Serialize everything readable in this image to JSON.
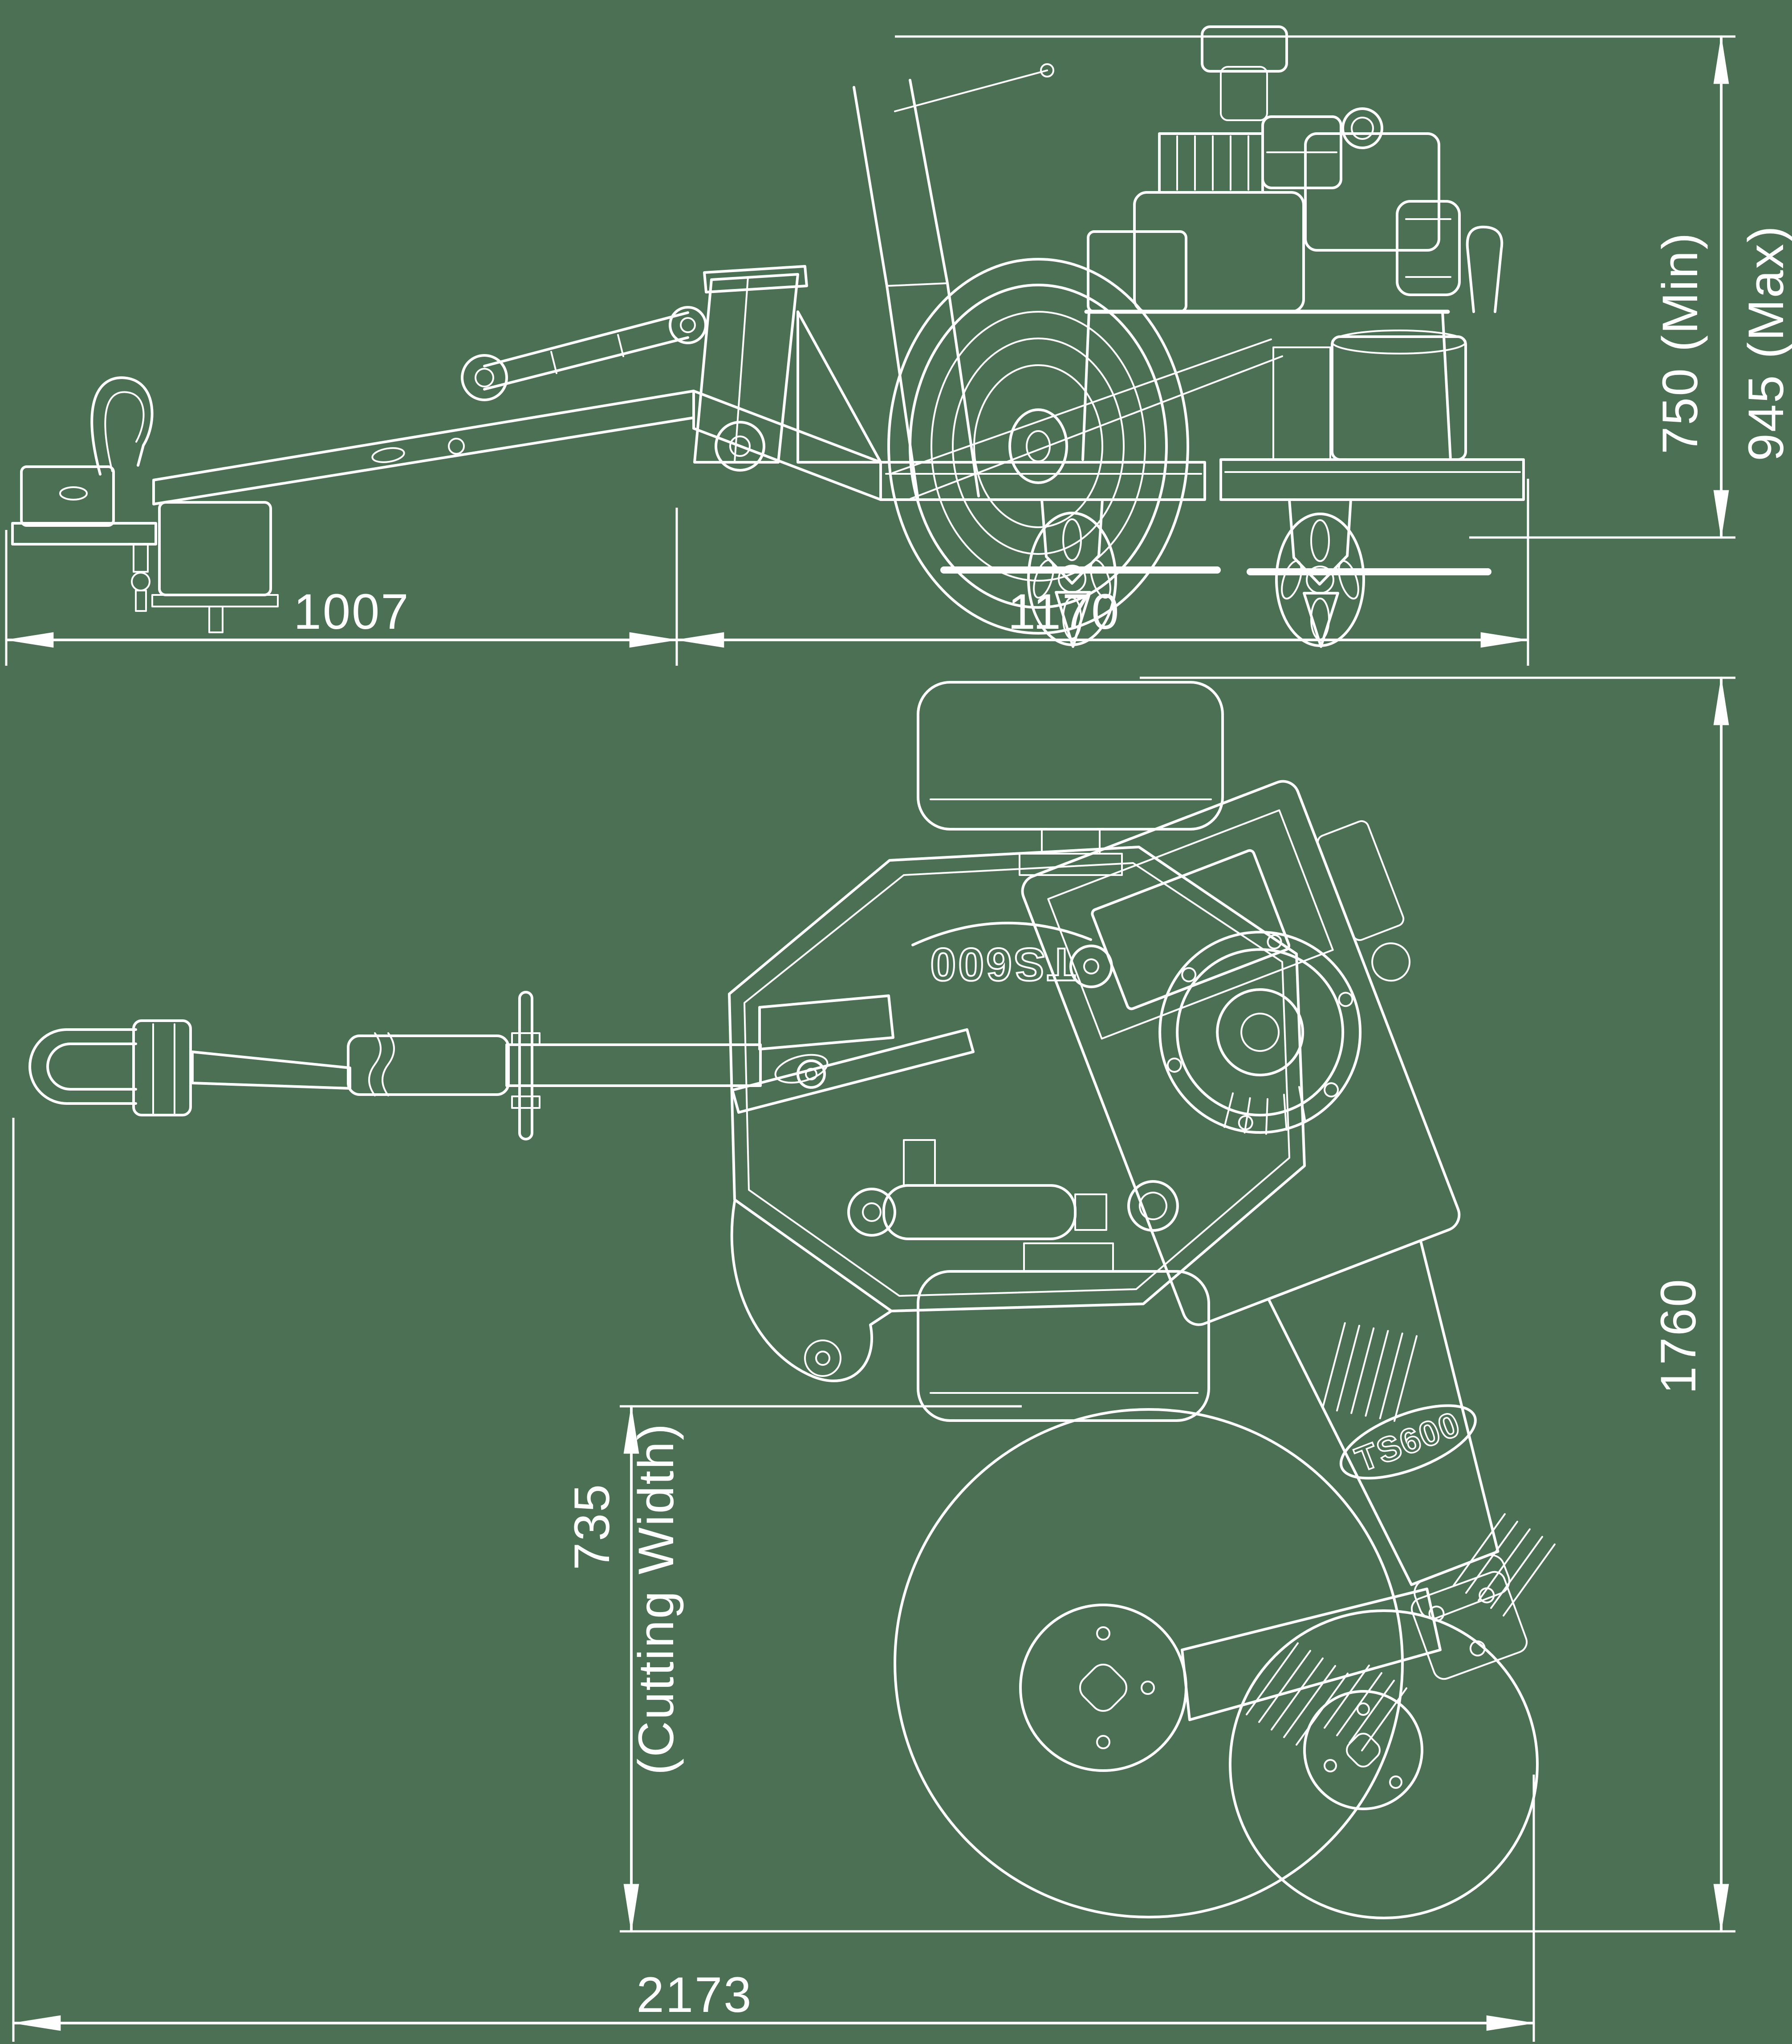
{
  "colors": {
    "background": "#4b7053",
    "line": "#ffffff"
  },
  "model": "TS600",
  "side_view": {
    "dim_front_length": "1007",
    "dim_rear_length": "1170",
    "dim_height_min": "750 (Min)",
    "dim_height_max": "945 (Max)"
  },
  "plan_view": {
    "dim_overall_width": "1760",
    "dim_cutting_width": "735",
    "dim_cutting_width_note": "(Cutting Width)",
    "dim_overall_length": "2173",
    "logo_deck": "TS600",
    "logo_arm": "TS600"
  }
}
